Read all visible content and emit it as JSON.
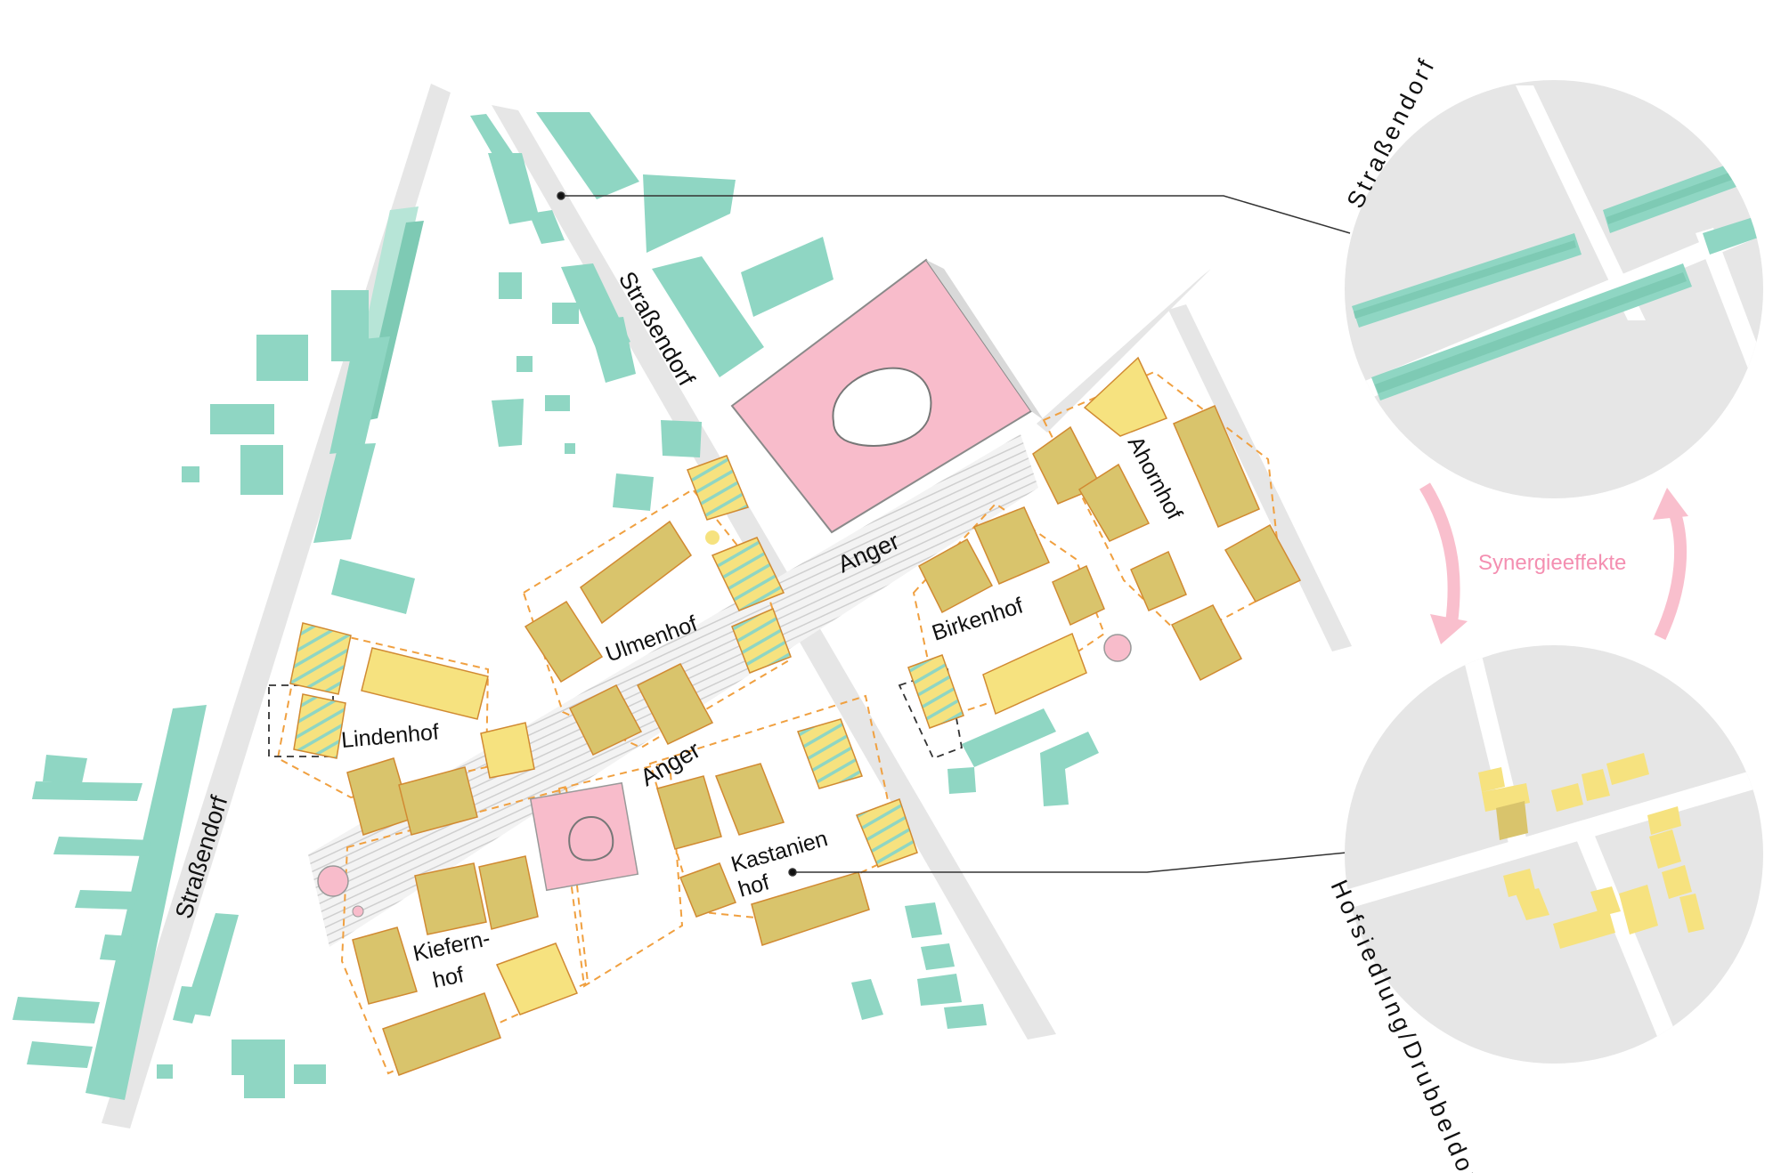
{
  "roads": {
    "strassendorf_left": "Straßendorf",
    "strassendorf_center": "Straßendorf",
    "anger_lower": "Anger",
    "anger_upper": "Anger"
  },
  "hofs": {
    "lindenhof": "Lindenhof",
    "ulmenhof": "Ulmenhof",
    "birkenhof": "Birkenhof",
    "ahornhof": "Ahornhof",
    "kiefernhof_line1": "Kiefern-",
    "kiefernhof_line2": "hof",
    "kastanienhof_line1": "Kastanien",
    "kastanienhof_line2": "hof"
  },
  "typology": {
    "top_label": "Straßendorf",
    "bottom_label": "Hofsiedlung/Drubbeldorf",
    "arrow_label": "Synergieeffekte"
  },
  "colors": {
    "existing_buildings": "#8fd6c3",
    "new_buildings": "#f6e27f",
    "public_space": "#f8bccb",
    "road": "#e6e6e6",
    "arrow": "#f9bfcd",
    "plot_outline": "#f0a040"
  }
}
